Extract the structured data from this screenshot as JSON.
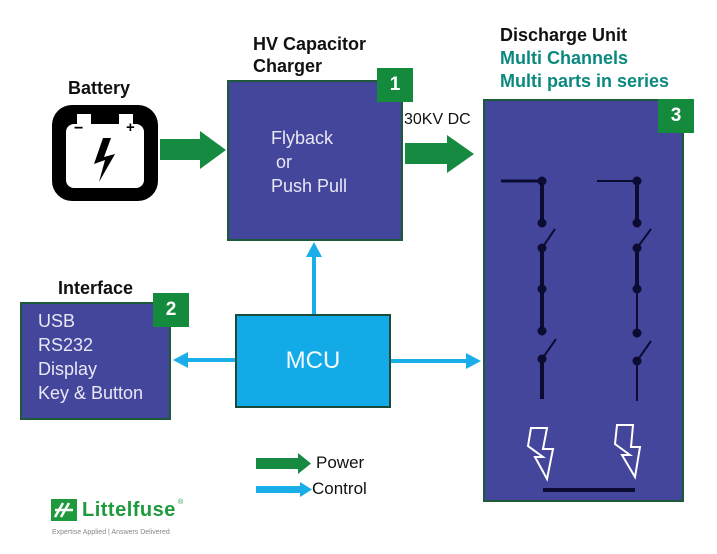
{
  "colors": {
    "block_fill": "#44469c",
    "block_border": "#1d5a3a",
    "badge": "#148a3c",
    "power_arrow": "#178a42",
    "control_arrow": "#1aaee8",
    "mcu_fill": "#12abe8",
    "teal_text": "#0a8a7e",
    "logo_green": "#1e9a3c"
  },
  "battery": {
    "label": "Battery",
    "minus": "−",
    "plus": "+",
    "icon": "battery-icon"
  },
  "charger": {
    "title_line1": "HV Capacitor",
    "title_line2": "Charger",
    "badge": "1",
    "lines": [
      "Flyback",
      " or",
      "Push Pull"
    ]
  },
  "output_label": "30KV DC",
  "discharge": {
    "title": "Discharge Unit",
    "subtitle1": "Multi Channels",
    "subtitle2": "Multi parts in series",
    "badge": "3",
    "channels": 2,
    "icons": [
      "switch-icon",
      "lightning-icon"
    ]
  },
  "interface": {
    "title": "Interface",
    "badge": "2",
    "lines": [
      "USB",
      "RS232",
      "Display",
      "Key & Button"
    ]
  },
  "mcu": {
    "label": "MCU"
  },
  "legend": [
    {
      "label": "Power",
      "type": "power"
    },
    {
      "label": "Control",
      "type": "control"
    }
  ],
  "logo": {
    "name": "Littelfuse",
    "registered": "®",
    "tagline": "Expertise Applied | Answers Delivered"
  }
}
